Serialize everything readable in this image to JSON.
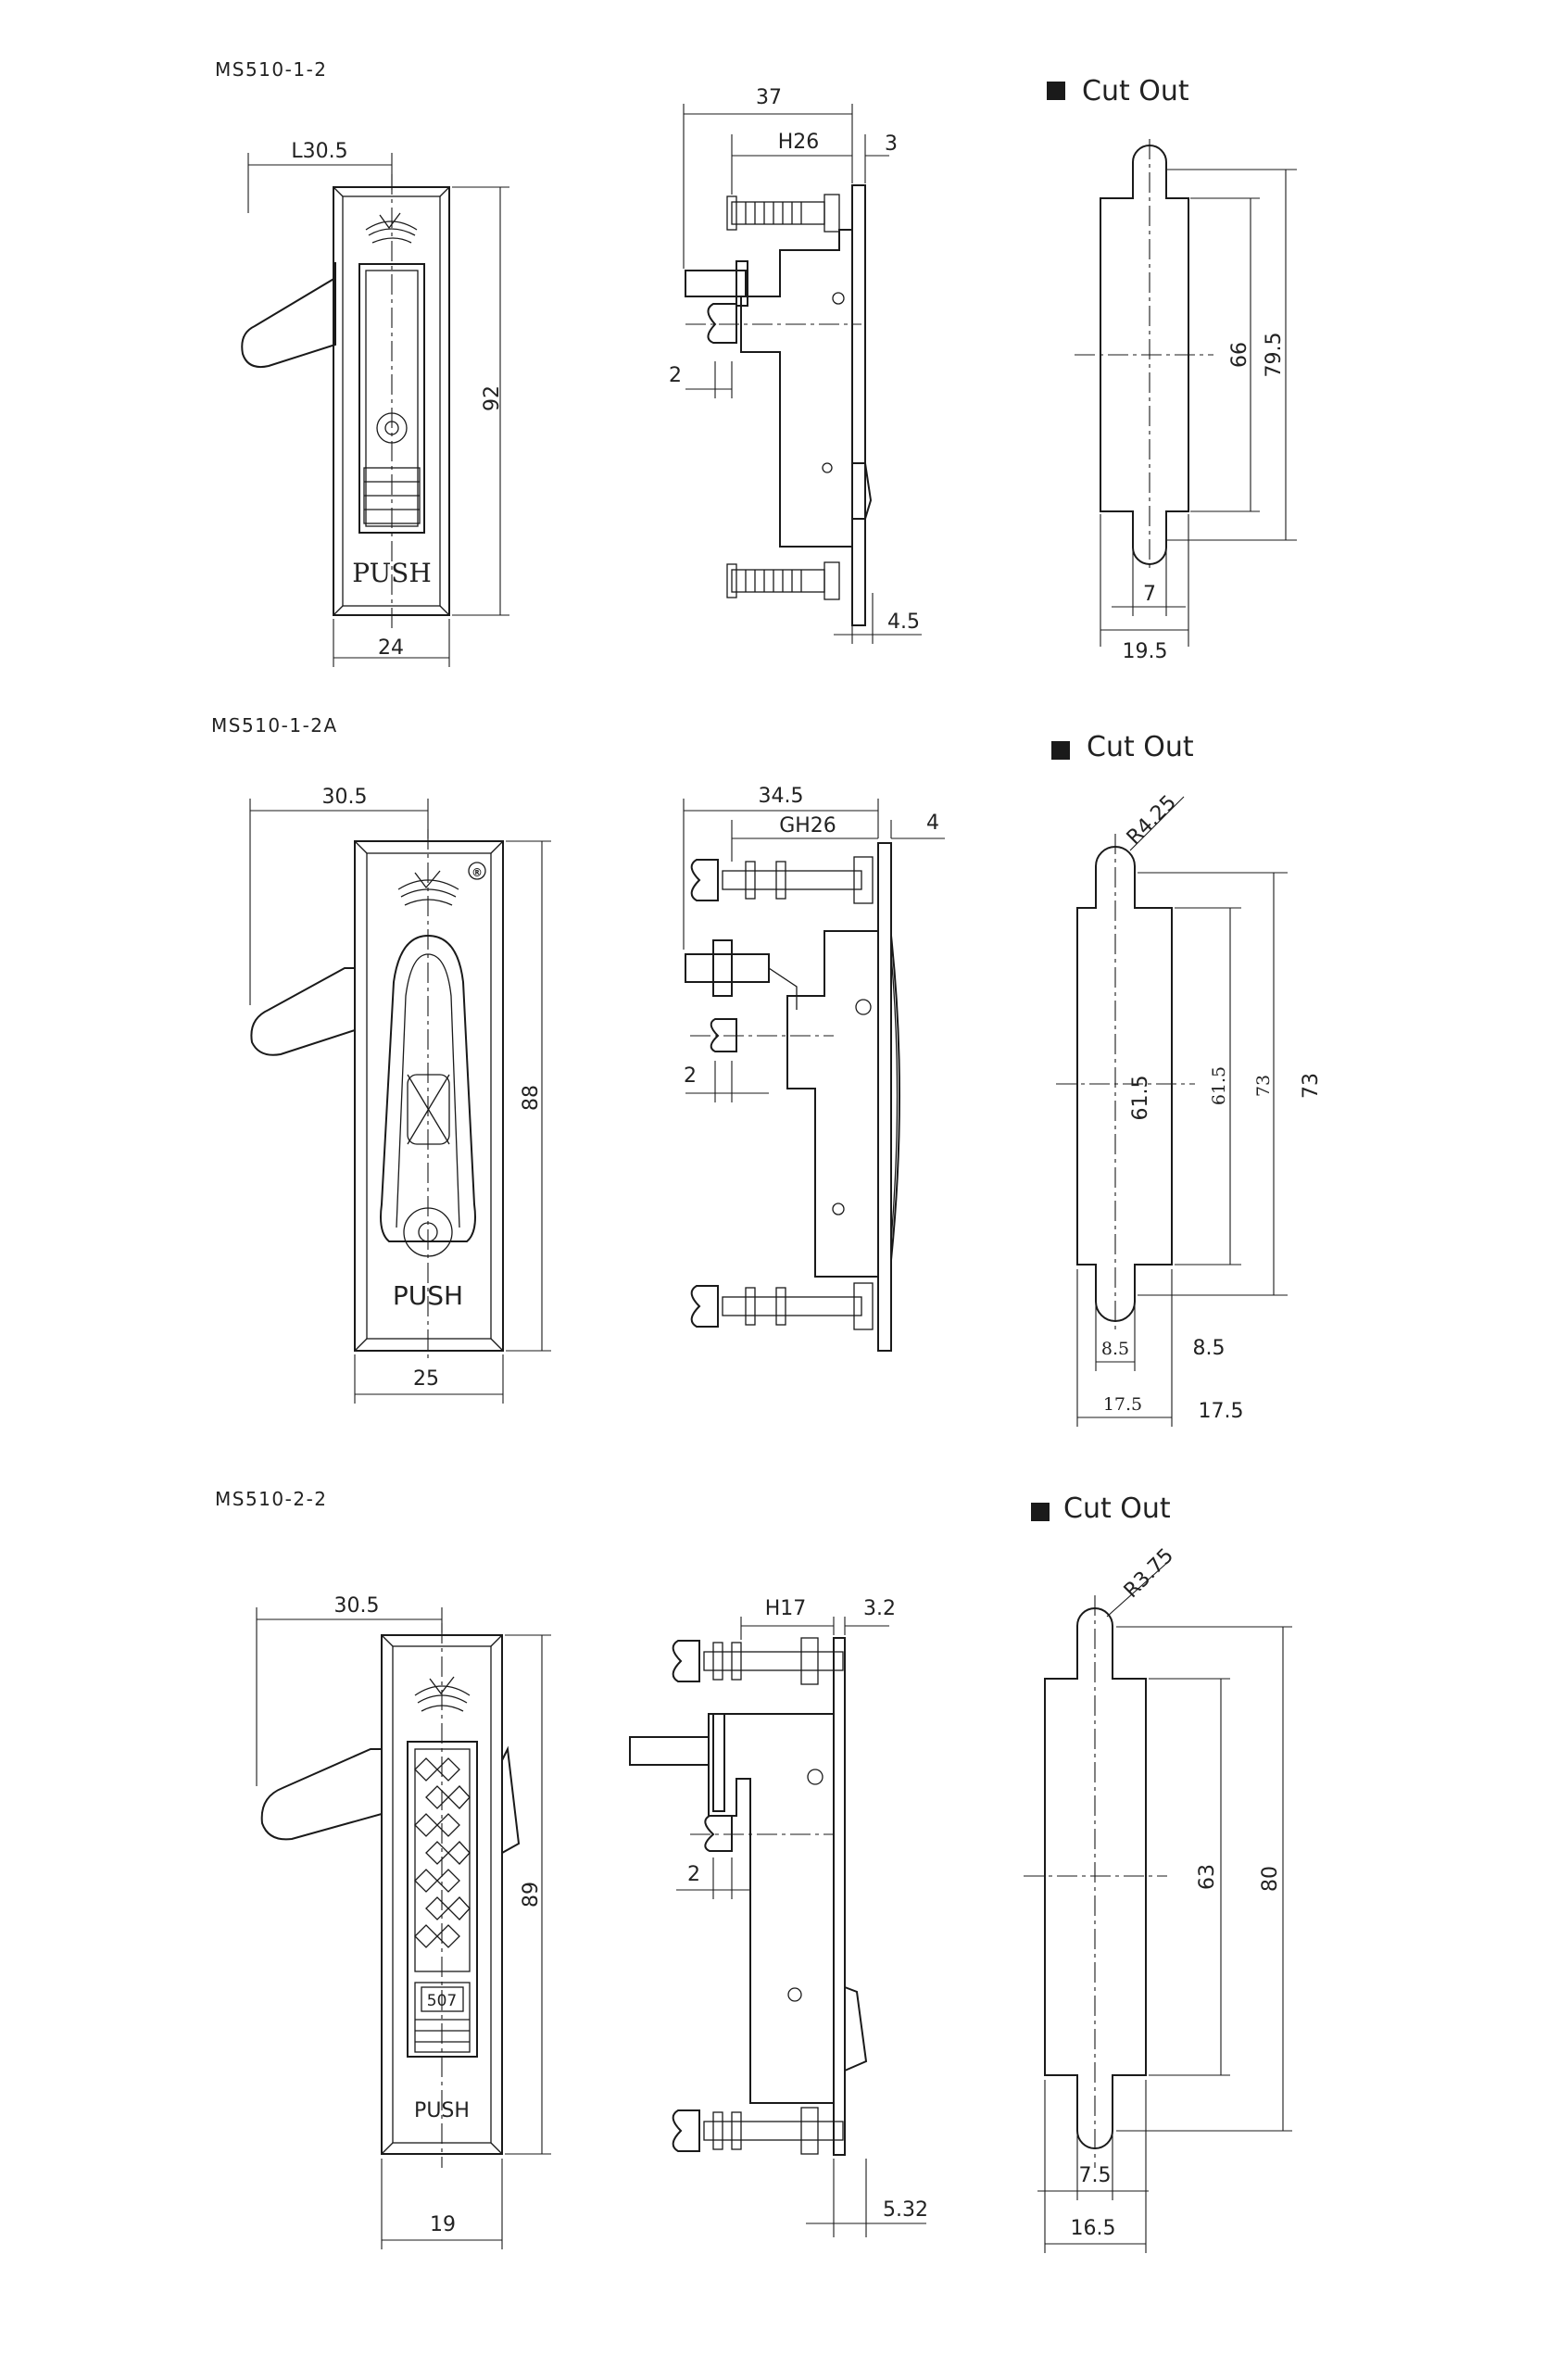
{
  "sections": [
    {
      "model": "MS510-1-2",
      "front": {
        "push": "PUSH",
        "dims": [
          "L30.5",
          "92",
          "24"
        ]
      },
      "side": {
        "dims": [
          "37",
          "H26",
          "3",
          "2",
          "4.5"
        ]
      },
      "cutout": {
        "heading": "Cut Out",
        "dims": [
          "66",
          "79.5",
          "7",
          "19.5"
        ]
      }
    },
    {
      "model": "MS510-1-2A",
      "front": {
        "push": "PUSH",
        "dims": [
          "30.5",
          "88",
          "25"
        ]
      },
      "side": {
        "dims": [
          "34.5",
          "GH26",
          "4",
          "2"
        ]
      },
      "cutout": {
        "heading": "Cut Out",
        "dims": [
          "R4.25",
          "61.5",
          "61.5",
          "73",
          "73",
          "8.5",
          "8.5",
          "17.5",
          "17.5"
        ]
      }
    },
    {
      "model": "MS510-2-2",
      "front": {
        "push": "PUSH",
        "code": "507",
        "dims": [
          "30.5",
          "89",
          "19"
        ]
      },
      "side": {
        "dims": [
          "H17",
          "3.2",
          "2",
          "5.32"
        ]
      },
      "cutout": {
        "heading": "Cut Out",
        "dims": [
          "R3.75",
          "63",
          "80",
          "7.5",
          "16.5"
        ]
      }
    }
  ],
  "brand_icon": "fish-logo-icon",
  "registered_mark": "®"
}
